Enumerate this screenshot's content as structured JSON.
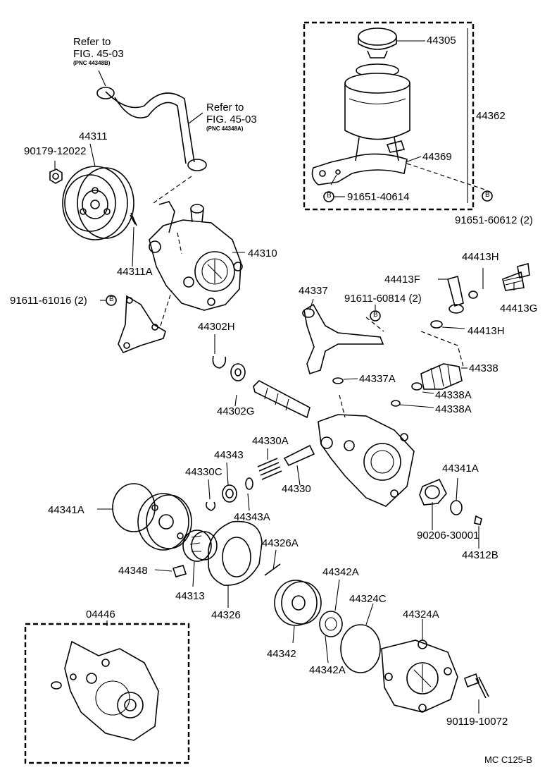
{
  "labels": {
    "refer1_a": "Refer to",
    "refer1_b": "FIG. 45-03",
    "refer1_c": "(PNC 44348B)",
    "refer2_a": "Refer to",
    "refer2_b": "FIG. 45-03",
    "refer2_c": "(PNC 44348A)",
    "p44305": "44305",
    "p44362": "44362",
    "p44369": "44369",
    "p91651_40614": "91651-40614",
    "p91651_60612": "91651-60612 (2)",
    "b_glyph": "B",
    "p44311": "44311",
    "p90179": "90179-12022",
    "p44310": "44310",
    "p44311A": "44311A",
    "p91611_61016": "91611-61016 (2)",
    "p44413H_top": "44413H",
    "p44413F": "44413F",
    "p44413G": "44413G",
    "p44413H_bot": "44413H",
    "p44337": "44337",
    "p91611_60814": "91611-60814 (2)",
    "p44302H": "44302H",
    "p44338": "44338",
    "p44337A": "44337A",
    "p44338A_1": "44338A",
    "p44338A_2": "44338A",
    "p44302G": "44302G",
    "p44330A": "44330A",
    "p44343": "44343",
    "p44330C": "44330C",
    "p44330": "44330",
    "p44341A_left": "44341A",
    "p44343A": "44343A",
    "p44341A_right": "44341A",
    "p90206": "90206-30001",
    "p44326A": "44326A",
    "p44312B": "44312B",
    "p44348": "44348",
    "p44313": "44313",
    "p44326": "44326",
    "p44342A_top": "44342A",
    "p44324C": "44324C",
    "p44324A": "44324A",
    "p04446": "04446",
    "p44342": "44342",
    "p44342A_bot": "44342A",
    "p90119": "90119-10072",
    "footer_code": "MC C125-B"
  }
}
